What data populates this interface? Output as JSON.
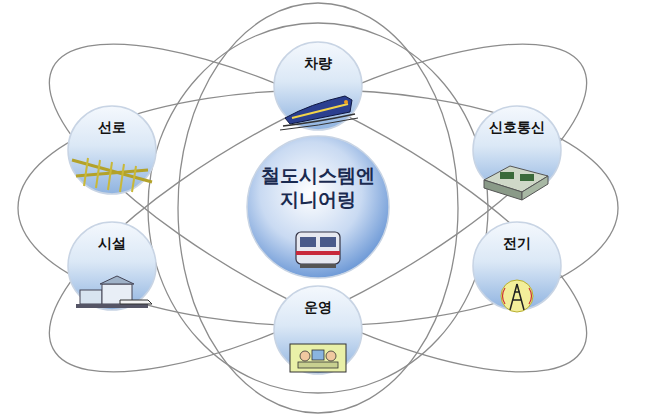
{
  "diagram": {
    "nodes": [
      {
        "text": [
          "차량"
        ]
      },
      {
        "text": [
          "선로"
        ]
      },
      {
        "text": [
          "신호통신"
        ]
      },
      {
        "text": [
          "철도시스템엔 지니어링"
        ]
      },
      {
        "text": [
          "시설"
        ]
      },
      {
        "text": [
          "전기"
        ]
      },
      {
        "text": [
          "운영"
        ]
      }
    ]
  }
}
